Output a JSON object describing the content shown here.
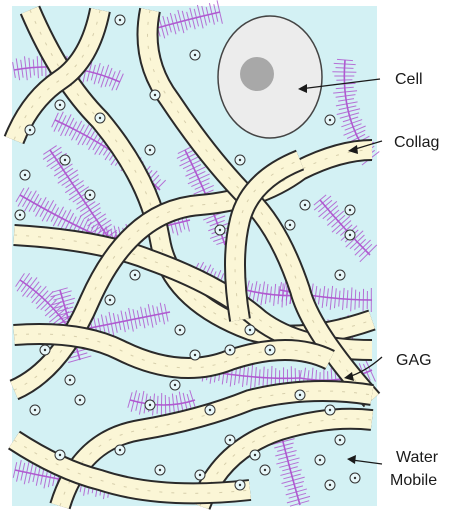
{
  "labels": {
    "cell": "Cell",
    "collagen": "Collag",
    "gag": "GAG",
    "water_line1": "Water",
    "water_line2": "Mobile"
  },
  "colors": {
    "background": "#d3f1f4",
    "collagen_fill": "#fbf6d6",
    "collagen_edge": "#2a2a2a",
    "gag": "#b05ad0",
    "cell_fill": "#ececec",
    "nucleus": "#a8a8a8",
    "water_dot": "#e8f8fa"
  }
}
